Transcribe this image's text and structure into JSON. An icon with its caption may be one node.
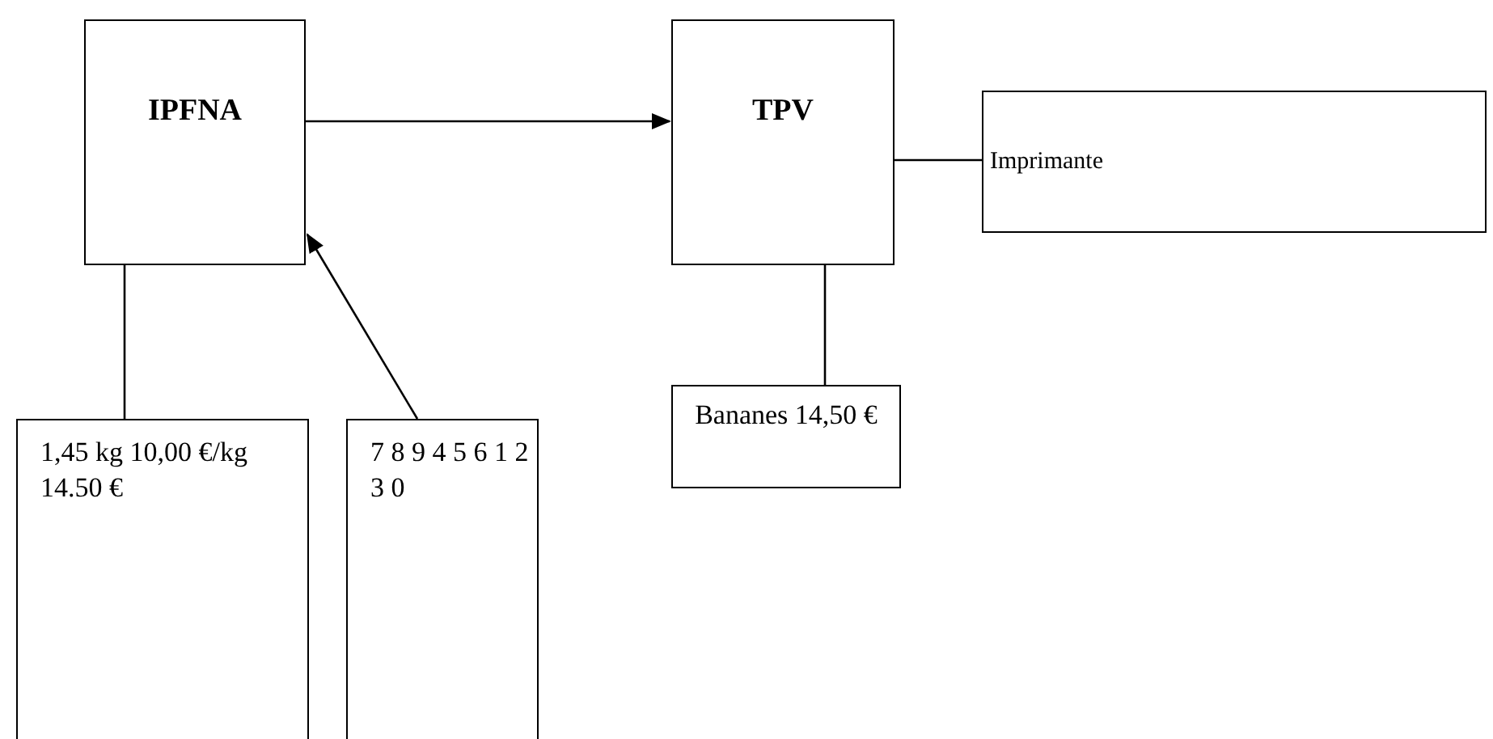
{
  "diagram": {
    "nodes": [
      {
        "text": [
          "IPFNA"
        ]
      },
      {
        "text": [
          "TPV"
        ]
      },
      {
        "text": [
          "Imprimante"
        ]
      },
      {
        "text": [
          "Bananes 14,50 €"
        ]
      },
      {
        "text": [
          "1,45 kg 10,00 €/kg 14.50 €"
        ]
      },
      {
        "text": [
          "7 8 9 4 5 6 1 2 3 0"
        ]
      }
    ],
    "edges": [
      {
        "from": 0,
        "to": 1,
        "arrow": "to"
      },
      {
        "from": 1,
        "to": 2,
        "arrow": "none"
      },
      {
        "from": 1,
        "to": 3,
        "arrow": "none"
      },
      {
        "from": 4,
        "to": 0,
        "arrow": "none"
      },
      {
        "from": 5,
        "to": 0,
        "arrow": "to"
      }
    ]
  }
}
